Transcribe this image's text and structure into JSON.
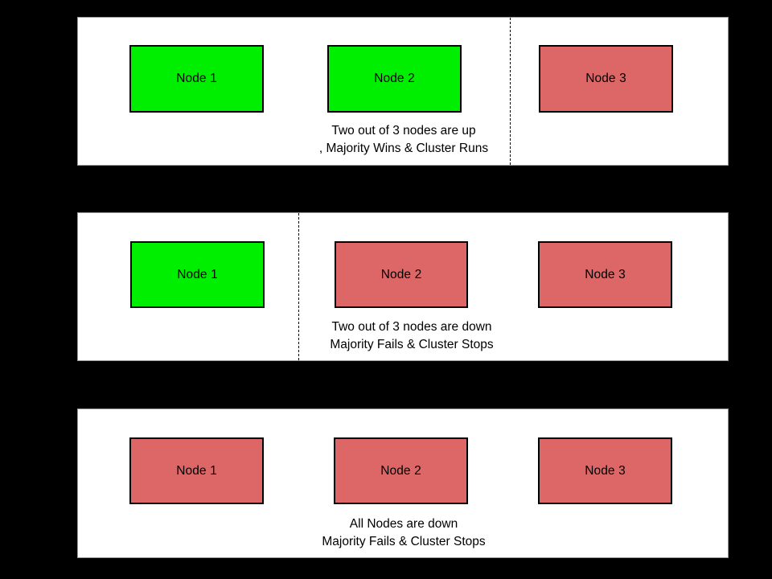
{
  "diagram": {
    "background_color": "#000000",
    "panel_background": "#ffffff",
    "node_up_color": "#00ee00",
    "node_down_color": "#dd6666",
    "panels": [
      {
        "id": "scenario-two-up",
        "nodes": [
          {
            "label": "Node 1",
            "state": "up"
          },
          {
            "label": "Node 2",
            "state": "up"
          },
          {
            "label": "Node 3",
            "state": "down"
          }
        ],
        "divider": true,
        "caption_line_1": "Two out of 3 nodes are up",
        "caption_line_2": ", Majority Wins & Cluster Runs"
      },
      {
        "id": "scenario-two-down",
        "nodes": [
          {
            "label": "Node 1",
            "state": "up"
          },
          {
            "label": "Node 2",
            "state": "down"
          },
          {
            "label": "Node 3",
            "state": "down"
          }
        ],
        "divider": true,
        "caption_line_1": "Two out of 3 nodes are down",
        "caption_line_2": "Majority Fails & Cluster Stops"
      },
      {
        "id": "scenario-all-down",
        "nodes": [
          {
            "label": "Node 1",
            "state": "down"
          },
          {
            "label": "Node 2",
            "state": "down"
          },
          {
            "label": "Node 3",
            "state": "down"
          }
        ],
        "divider": false,
        "caption_line_1": "All Nodes are down",
        "caption_line_2": "Majority Fails & Cluster Stops"
      }
    ]
  }
}
